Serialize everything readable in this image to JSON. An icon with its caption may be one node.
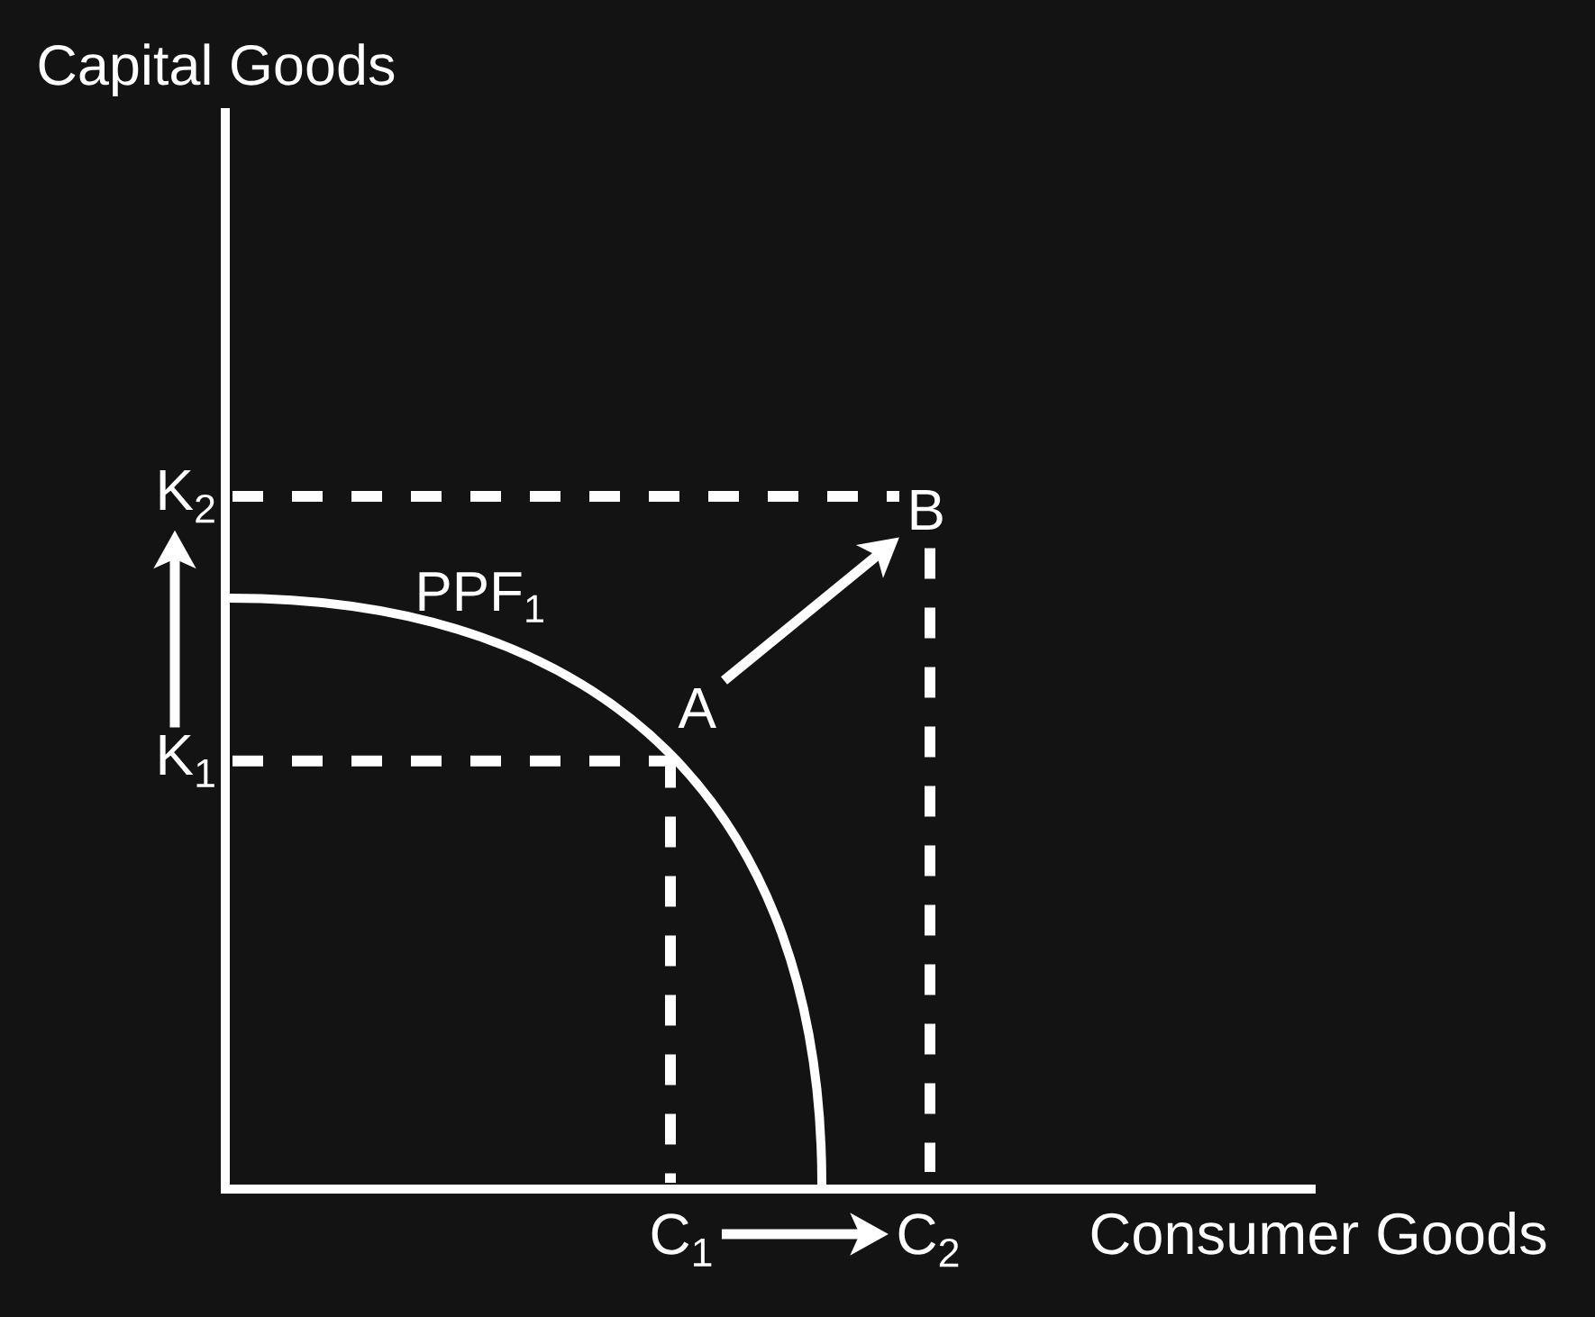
{
  "diagram": {
    "nodes": [
      {
        "text": [
          "K$_{2}$"
        ]
      },
      {
        "text": [
          "B"
        ]
      },
      {
        "text": [
          "A"
        ]
      },
      {
        "text": [
          "K$_{1}$"
        ]
      },
      {
        "text": [
          "C$_{1}$"
        ]
      },
      {
        "text": [
          "C$_{2}$"
        ]
      }
    ],
    "edges": [
      {
        "from": 3,
        "to": 0,
        "arrow": "to"
      },
      {
        "from": 2,
        "to": 1,
        "arrow": "to"
      },
      {
        "from": 4,
        "to": 5,
        "arrow": "to"
      },
      {
        "from": 0,
        "to": 1,
        "arrow": "none",
        "style": "dashed"
      },
      {
        "from": 1,
        "to": 5,
        "arrow": "none",
        "style": "dashed"
      },
      {
        "from": 3,
        "to": 2,
        "arrow": "none",
        "style": "dashed"
      },
      {
        "from": 2,
        "to": 4,
        "arrow": "none",
        "style": "dashed"
      }
    ],
    "labels": [
      "Capital Goods",
      "PPF$_{1}$",
      "Consumer Goods"
    ]
  }
}
